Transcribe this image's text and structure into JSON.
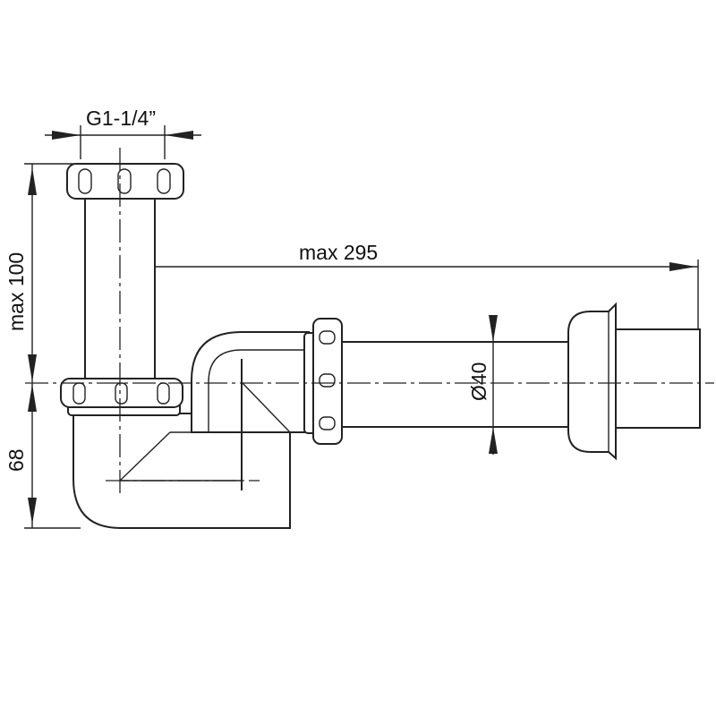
{
  "drawing": {
    "dim_thread": "G1-1/4”",
    "dim_length": "max 295",
    "dim_height_top": "max 100",
    "dim_height_bottom": "68",
    "dim_diameter": "Ø40"
  },
  "colors": {
    "line": "#222222",
    "background": "#ffffff"
  }
}
